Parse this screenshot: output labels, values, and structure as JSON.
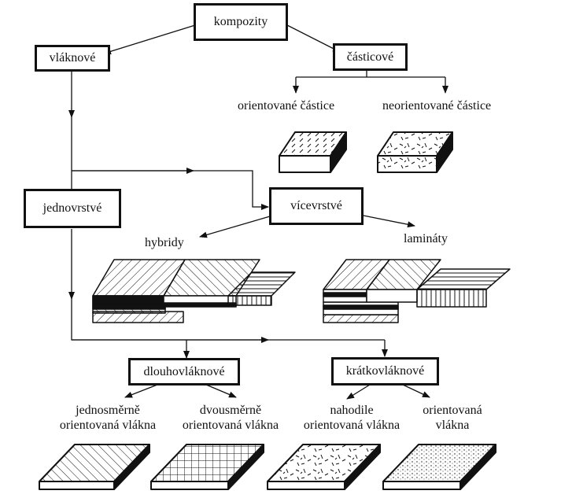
{
  "root": {
    "label": "kompozity"
  },
  "fiber": {
    "label": "vláknové"
  },
  "particle": {
    "label": "částicové",
    "oriented_label": "orientované částice",
    "nonoriented_label": "neorientované částice"
  },
  "single_layer": {
    "label": "jednovrstvé"
  },
  "multi_layer": {
    "label": "vícevrstvé",
    "hybrid_label": "hybridy",
    "laminate_label": "lamináty"
  },
  "long_fiber": {
    "label": "dlouhovláknové",
    "uni_label_1": "jednosměrně",
    "uni_label_2": "orientovaná vlákna",
    "bi_label_1": "dvousměrně",
    "bi_label_2": "orientovaná vlákna"
  },
  "short_fiber": {
    "label": "krátkovláknové",
    "random_label_1": "nahodile",
    "random_label_2": "orientovaná vlákna",
    "oriented_label_1": "orientovaná",
    "oriented_label_2": "vlákna"
  }
}
